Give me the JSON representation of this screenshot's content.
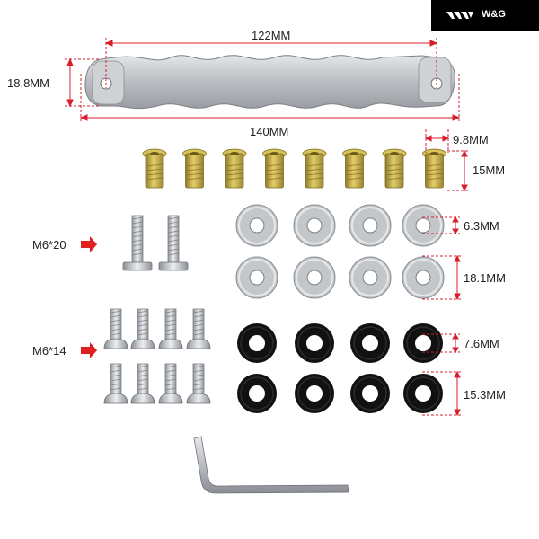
{
  "brand": {
    "name": "W&G",
    "logo_icon": "wg-wing-logo-icon",
    "background": "#000000"
  },
  "bracket": {
    "inner_length": "122MM",
    "outer_length": "140MM",
    "width": "18.8MM"
  },
  "rivet_nuts": {
    "count": 8,
    "diameter": "9.8MM",
    "height": "15MM"
  },
  "washers": {
    "count": 8,
    "inner_diameter": "6.3MM",
    "outer_diameter": "18.1MM"
  },
  "rubber_washers": {
    "count": 8,
    "inner_diameter": "7.6MM",
    "outer_diameter": "15.3MM"
  },
  "bolts_m6x20": {
    "label": "M6*20",
    "count": 2
  },
  "bolts_m6x14": {
    "label": "M6*14",
    "count": 8
  },
  "hex_key": {
    "count": 1
  },
  "colors": {
    "dimension_line": "#d81e2c",
    "arrow": "#e02020",
    "steel": "#b8bcc0",
    "rubber": "#111111",
    "brass": "#c9a640"
  }
}
